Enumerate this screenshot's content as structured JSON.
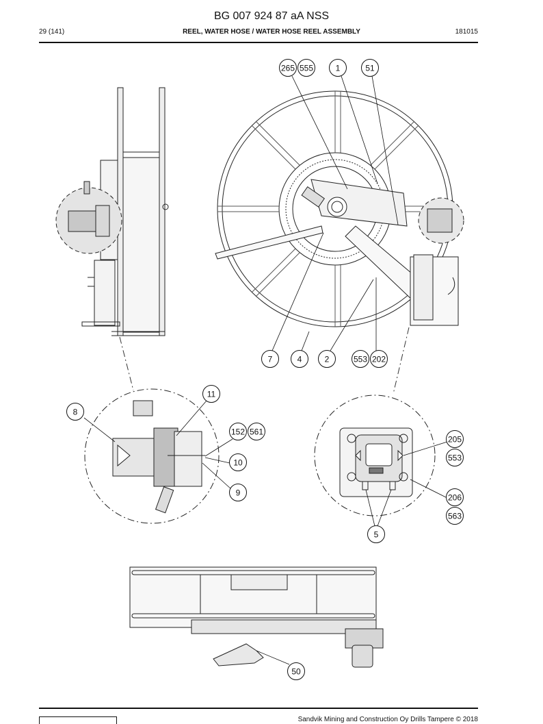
{
  "header": {
    "doc_code": "BG 007 924 87 aA NSS",
    "page": "29 (141)",
    "title": "REEL, WATER HOSE / WATER HOSE REEL ASSEMBLY",
    "date": "181015"
  },
  "footer": {
    "copyright": "Sandvik Mining and Construction Oy Drills Tampere © 2018"
  },
  "callouts": [
    {
      "id": "c265",
      "label": "265"
    },
    {
      "id": "c555",
      "label": "555"
    },
    {
      "id": "c1",
      "label": "1"
    },
    {
      "id": "c51",
      "label": "51"
    },
    {
      "id": "c7",
      "label": "7"
    },
    {
      "id": "c4",
      "label": "4"
    },
    {
      "id": "c2",
      "label": "2"
    },
    {
      "id": "c553a",
      "label": "553"
    },
    {
      "id": "c202",
      "label": "202"
    },
    {
      "id": "c11",
      "label": "11"
    },
    {
      "id": "c8",
      "label": "8"
    },
    {
      "id": "c152",
      "label": "152"
    },
    {
      "id": "c561",
      "label": "561"
    },
    {
      "id": "c10",
      "label": "10"
    },
    {
      "id": "c9",
      "label": "9"
    },
    {
      "id": "c205",
      "label": "205"
    },
    {
      "id": "c553b",
      "label": "553"
    },
    {
      "id": "c206",
      "label": "206"
    },
    {
      "id": "c563",
      "label": "563"
    },
    {
      "id": "c5",
      "label": "5"
    },
    {
      "id": "c50",
      "label": "50"
    }
  ]
}
